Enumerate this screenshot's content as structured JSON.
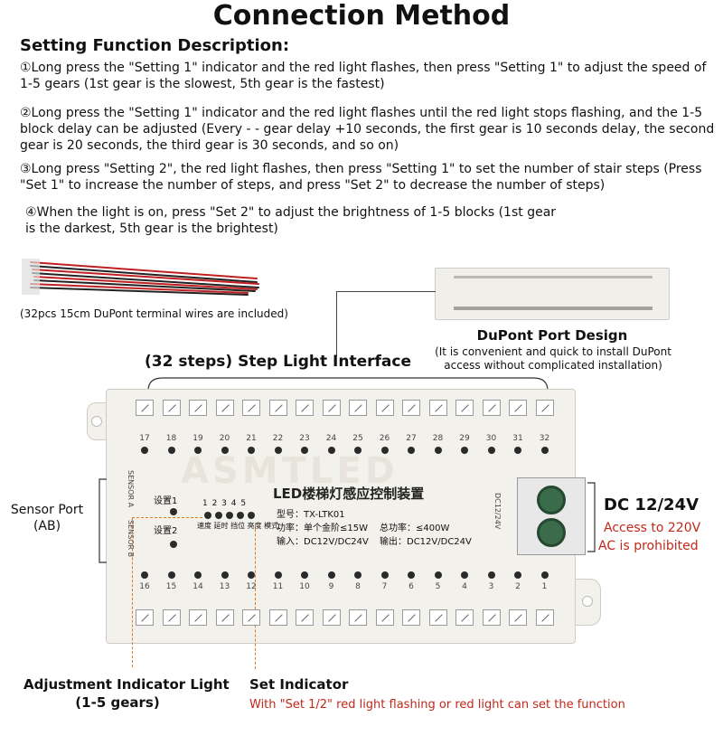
{
  "title": "Connection Method",
  "subtitle": "Setting Function Description:",
  "instructions": [
    "①Long press the \"Setting 1\" indicator and the red light flashes, then press \"Setting 1\" to adjust the speed of 1-5 gears (1st gear is the slowest, 5th gear is the fastest)",
    "②Long press the \"Setting 1\" indicator and the red light flashes until the red light stops flashing, and the 1-5 block delay can be adjusted (Every - - gear delay +10 seconds, the first gear is 10 seconds delay, the second gear is 20 seconds, the third gear is 30 seconds, and so on)",
    "③Long press \"Setting 2\", the red light flashes, then press \"Setting 1\" to set the number of stair steps (Press \"Set 1\" to increase the number of steps, and press \"Set 2\" to decrease the number of steps)",
    "④When the light is on, press \"Set 2\" to adjust the brightness of 1-5 blocks (1st gear is the darkest, 5th gear is the brightest)"
  ],
  "wires_caption": "(32pcs 15cm DuPont terminal wires are included)",
  "dupont": {
    "title": "DuPont Port Design",
    "desc": "(It is convenient and quick to install DuPont access without complicated installation)"
  },
  "step_interface_label": "(32 steps) Step Light Interface",
  "board": {
    "watermark": "ASMTLED",
    "name": "LED楼梯灯感应控制装置",
    "model": "型号：TX-LTK01",
    "power": "功率：单个金阶≤15W",
    "total": "总功率：≤400W",
    "input": "输入：DC12V/DC24V",
    "output": "输出：DC12V/DC24V",
    "set1": "设置1",
    "set2": "设置2",
    "gear_digits": "1 2 3 4 5",
    "gear_labels": "速度 延时 挡位 亮度 模式",
    "sensor_a": "SENSOR A",
    "sensor_b": "SENSOR B",
    "voltage_tag": "DC12/24V",
    "top_numbers": [
      "17",
      "18",
      "19",
      "20",
      "21",
      "22",
      "23",
      "24",
      "25",
      "26",
      "27",
      "28",
      "29",
      "30",
      "31",
      "32"
    ],
    "bottom_numbers": [
      "16",
      "15",
      "14",
      "13",
      "12",
      "11",
      "10",
      "9",
      "8",
      "7",
      "6",
      "5",
      "4",
      "3",
      "2",
      "1"
    ]
  },
  "sensor_port": {
    "line1": "Sensor Port",
    "line2": "(AB)"
  },
  "dc": {
    "title": "DC 12/24V",
    "warn1": "Access to 220V",
    "warn2": "AC is prohibited"
  },
  "adjustment": {
    "line1": "Adjustment Indicator Light",
    "line2": "(1-5 gears)"
  },
  "set_indicator": {
    "title": "Set Indicator",
    "desc": "With \"Set 1/2\" red light flashing or red light can set the function"
  },
  "colors": {
    "accent_red": "#c0281a",
    "board": "#f3f1ec",
    "terminal_green": "#3a6b4a"
  }
}
